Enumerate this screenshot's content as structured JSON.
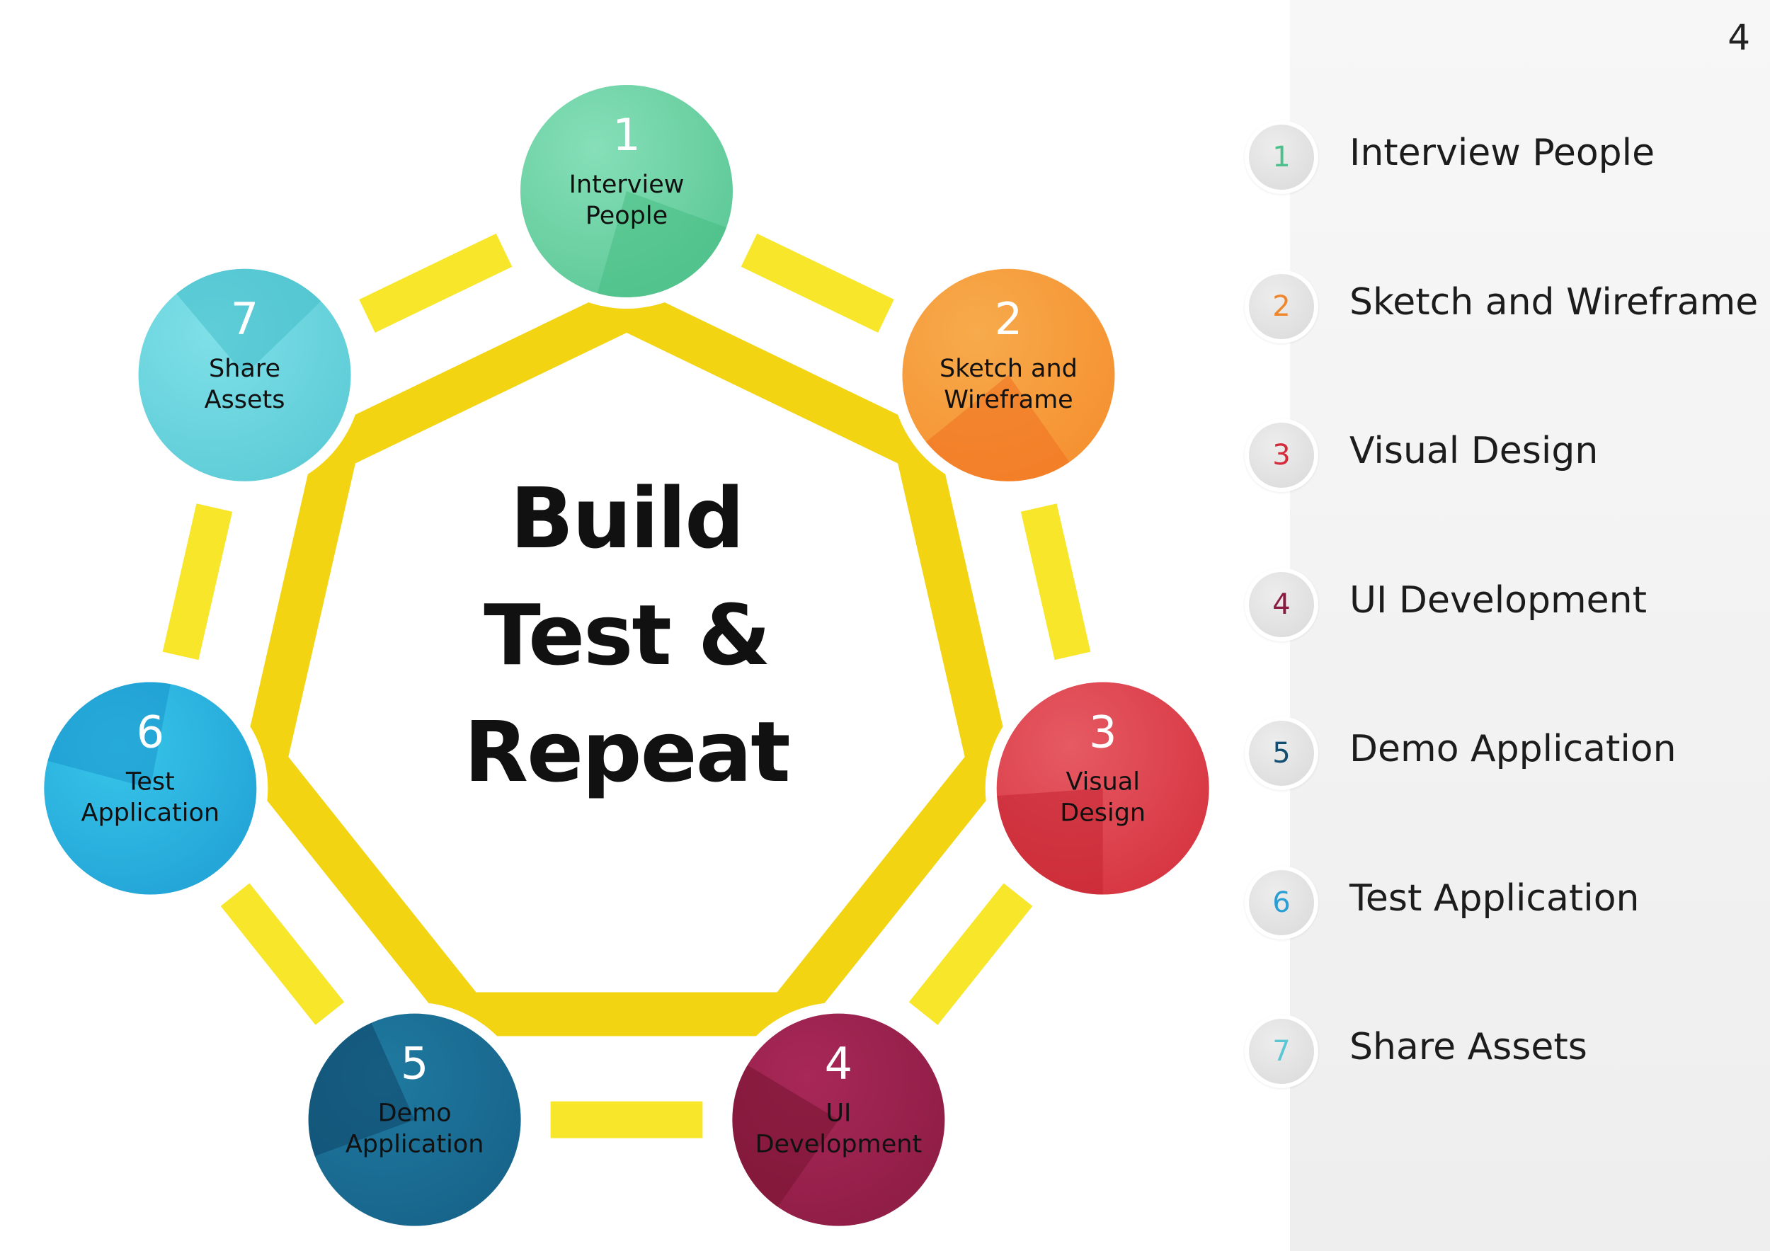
{
  "page_number": "4",
  "center_title": [
    "Build",
    "Test &",
    "Repeat"
  ],
  "colors": {
    "ring": "#f2d412",
    "ring_outer": "#f7e62a",
    "panel": "#f0f0f0"
  },
  "steps": [
    {
      "number": "1",
      "label_lines": [
        "Interview",
        "People"
      ],
      "legend": "Interview People",
      "color": "#5cc896",
      "highlight": "#86dfb8",
      "shade": "#47bd82",
      "number_color": "#4cbf8c"
    },
    {
      "number": "2",
      "label_lines": [
        "Sketch and",
        "Wireframe"
      ],
      "legend": "Sketch and Wireframe",
      "color": "#f59030",
      "highlight": "#f7ab4c",
      "shade": "#f07020",
      "number_color": "#f0852a"
    },
    {
      "number": "3",
      "label_lines": [
        "Visual",
        "Design"
      ],
      "legend": "Visual Design",
      "color": "#d63440",
      "highlight": "#e65a63",
      "shade": "#c52532",
      "number_color": "#d42b3a"
    },
    {
      "number": "4",
      "label_lines": [
        "UI",
        "Development"
      ],
      "legend": "UI Development",
      "color": "#8e1d45",
      "highlight": "#a82857",
      "shade": "#761432",
      "number_color": "#8a1c42"
    },
    {
      "number": "5",
      "label_lines": [
        "Demo",
        "Application"
      ],
      "legend": "Demo Application",
      "color": "#17638a",
      "highlight": "#1f7aa0",
      "shade": "#0e4568",
      "number_color": "#134e70"
    },
    {
      "number": "6",
      "label_lines": [
        "Test",
        "Application"
      ],
      "legend": "Test Application",
      "color": "#22a3d6",
      "highlight": "#38c6ea",
      "shade": "#1a93cc",
      "number_color": "#2a9fd3"
    },
    {
      "number": "7",
      "label_lines": [
        "Share",
        "Assets"
      ],
      "legend": "Share Assets",
      "color": "#5ccbd6",
      "highlight": "#7fe0e8",
      "shade": "#44bdcb",
      "number_color": "#5cc7d4"
    }
  ]
}
